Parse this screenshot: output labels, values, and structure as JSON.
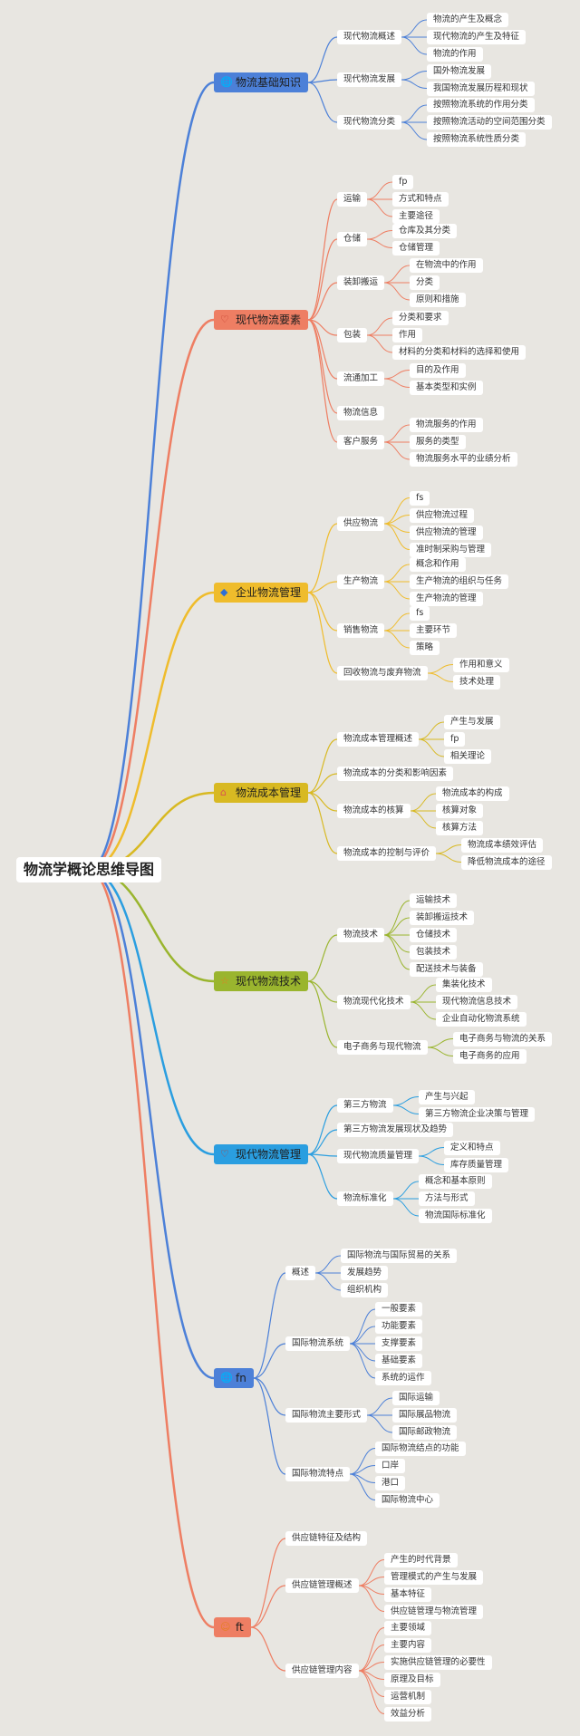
{
  "title": "物流学概论思维导图",
  "branches": [
    {
      "label": "物流基础知识",
      "icon": "globe-icon",
      "color": "#4c80d8",
      "children": [
        {
          "label": "现代物流概述",
          "children": [
            "物流的产生及概念",
            "现代物流的产生及特征",
            "物流的作用"
          ]
        },
        {
          "label": "现代物流发展",
          "children": [
            "国外物流发展",
            "我国物流发展历程和现状"
          ]
        },
        {
          "label": "现代物流分类",
          "children": [
            "按照物流系统的作用分类",
            "按照物流活动的空间范围分类",
            "按照物流系统性质分类"
          ]
        }
      ]
    },
    {
      "label": "现代物流要素",
      "icon": "heart-icon",
      "color": "#ee7e63",
      "children": [
        {
          "label": "运输",
          "children": [
            "fp",
            "方式和特点",
            "主要途径"
          ]
        },
        {
          "label": "仓储",
          "children": [
            "仓库及其分类",
            "仓储管理"
          ]
        },
        {
          "label": "装卸搬运",
          "children": [
            "在物流中的作用",
            "分类",
            "原则和措施"
          ]
        },
        {
          "label": "包装",
          "children": [
            "分类和要求",
            "作用",
            "材料的分类和材料的选择和使用"
          ]
        },
        {
          "label": "流通加工",
          "children": [
            "目的及作用",
            "基本类型和实例"
          ]
        },
        {
          "label": "物流信息",
          "children": []
        },
        {
          "label": "客户服务",
          "children": [
            "物流服务的作用",
            "服务的类型",
            "物流服务水平的业绩分析"
          ]
        }
      ]
    },
    {
      "label": "企业物流管理",
      "icon": "flag-icon",
      "color": "#efbc2c",
      "children": [
        {
          "label": "供应物流",
          "children": [
            "fs",
            "供应物流过程",
            "供应物流的管理",
            "准时制采购与管理"
          ]
        },
        {
          "label": "生产物流",
          "children": [
            "概念和作用",
            "生产物流的组织与任务",
            "生产物流的管理"
          ]
        },
        {
          "label": "销售物流",
          "children": [
            "fs",
            "主要环节",
            "策略"
          ]
        },
        {
          "label": "回收物流与废弃物流",
          "children": [
            "作用和意义",
            "技术处理"
          ]
        }
      ]
    },
    {
      "label": "物流成本管理",
      "icon": "home-icon",
      "color": "#d8b922",
      "children": [
        {
          "label": "物流成本管理概述",
          "children": [
            "产生与发展",
            "fp",
            "相关理论"
          ]
        },
        {
          "label": "物流成本的分类和影响因素",
          "children": []
        },
        {
          "label": "物流成本的核算",
          "children": [
            "物流成本的构成",
            "核算对象",
            "核算方法"
          ]
        },
        {
          "label": "物流成本的控制与评价",
          "children": [
            "物流成本绩效评估",
            "降低物流成本的途径"
          ]
        }
      ]
    },
    {
      "label": "现代物流技术",
      "icon": "star-icon",
      "color": "#9ab52e",
      "children": [
        {
          "label": "物流技术",
          "children": [
            "运输技术",
            "装卸搬运技术",
            "仓储技术",
            "包装技术",
            "配送技术与装备"
          ]
        },
        {
          "label": "物流现代化技术",
          "children": [
            "集装化技术",
            "现代物流信息技术",
            "企业自动化物流系统"
          ]
        },
        {
          "label": "电子商务与现代物流",
          "children": [
            "电子商务与物流的关系",
            "电子商务的应用"
          ]
        }
      ]
    },
    {
      "label": "现代物流管理",
      "icon": "heart-icon",
      "color": "#2a9ee0",
      "children": [
        {
          "label": "第三方物流",
          "children": [
            "产生与兴起",
            "第三方物流企业决策与管理"
          ]
        },
        {
          "label": "第三方物流发展现状及趋势",
          "children": []
        },
        {
          "label": "现代物流质量管理",
          "children": [
            "定义和特点",
            "库存质量管理"
          ]
        },
        {
          "label": "物流标准化",
          "children": [
            "概念和基本原则",
            "方法与形式",
            "物流国际标准化"
          ]
        }
      ]
    },
    {
      "label": "fn",
      "icon": "globe-icon",
      "color": "#4c80d8",
      "children": [
        {
          "label": "概述",
          "children": [
            "国际物流与国际贸易的关系",
            "发展趋势",
            "组织机构"
          ]
        },
        {
          "label": "国际物流系统",
          "children": [
            "一般要素",
            "功能要素",
            "支撑要素",
            "基础要素",
            "系统的运作"
          ]
        },
        {
          "label": "国际物流主要形式",
          "children": [
            "国际运输",
            "国际展品物流",
            "国际邮政物流"
          ]
        },
        {
          "label": "国际物流特点",
          "children": [
            "国际物流结点的功能",
            "口岸",
            "港口",
            "国际物流中心"
          ]
        }
      ]
    },
    {
      "label": "ft",
      "icon": "smile-icon",
      "color": "#ee7e63",
      "children": [
        {
          "label": "供应链特征及结构",
          "children": []
        },
        {
          "label": "供应链管理概述",
          "children": [
            "产生的时代背景",
            "管理模式的产生与发展",
            "基本特征",
            "供应链管理与物流管理"
          ]
        },
        {
          "label": "供应链管理内容",
          "children": [
            "主要领域",
            "主要内容",
            "实施供应链管理的必要性",
            "原理及目标",
            "运营机制",
            "效益分析"
          ]
        }
      ]
    }
  ]
}
